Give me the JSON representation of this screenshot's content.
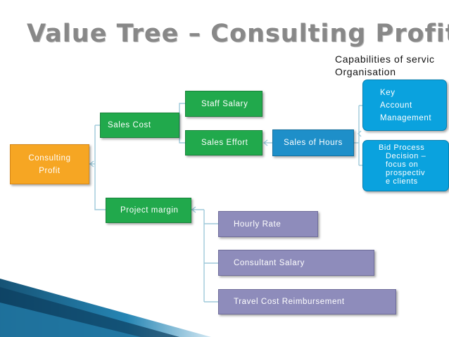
{
  "title": "Value Tree – Consulting Profit",
  "caption": {
    "line1": "Capabilities of servic",
    "line2": "Organisation"
  },
  "nodes": {
    "consulting_profit": {
      "line1": "Consulting",
      "line2": "Profit"
    },
    "sales_cost": "Sales Cost",
    "project_margin": "Project margin",
    "staff_salary": "Staff Salary",
    "sales_effort": "Sales Effort",
    "sales_of_hours": "Sales of Hours",
    "key_account": {
      "line1": "Key",
      "line2": "Account",
      "line3": "Management"
    },
    "bid_process": {
      "line1": "Bid Process",
      "line2": "Decision –",
      "line3": "focus on",
      "line4": "prospectiv",
      "line5": "e  clients"
    },
    "hourly_rate": "Hourly Rate",
    "consultant_salary": "Consultant Salary",
    "travel_cost": "Travel Cost Reimbursement"
  },
  "colors": {
    "root": "#F6A623",
    "level1": "#21A94C",
    "level2": "#1E8FC9",
    "margin_children": "#8E8CBB",
    "capabilities": "#0AA2DE",
    "connector": "#9ec9da",
    "title": "#888888"
  }
}
